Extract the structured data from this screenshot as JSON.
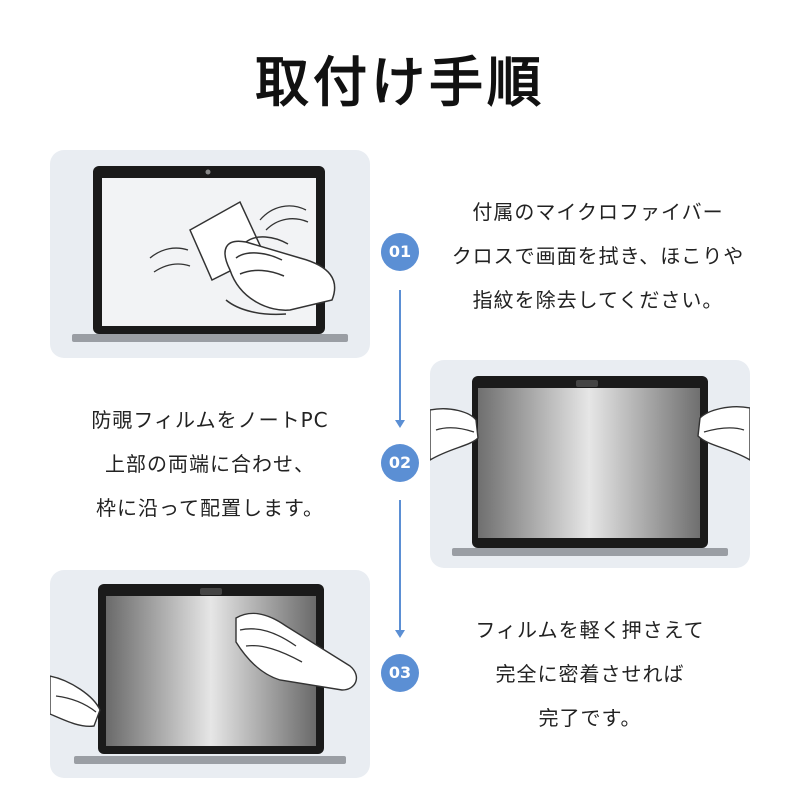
{
  "title": "取付け手順",
  "colors": {
    "accent": "#5b8fd4",
    "panel": "#e9edf2",
    "bezel": "#1a1a1a"
  },
  "steps": [
    {
      "number": "01",
      "lines": [
        "付属のマイクロファイバー",
        "クロスで画面を拭き、ほこりや",
        "指紋を除去してください。"
      ]
    },
    {
      "number": "02",
      "lines": [
        "防覗フィルムをノートPC",
        "上部の両端に合わせ、",
        "枠に沿って配置します。"
      ]
    },
    {
      "number": "03",
      "lines": [
        "フィルムを軽く押さえて",
        "完全に密着させれば",
        "完了です。"
      ]
    }
  ]
}
